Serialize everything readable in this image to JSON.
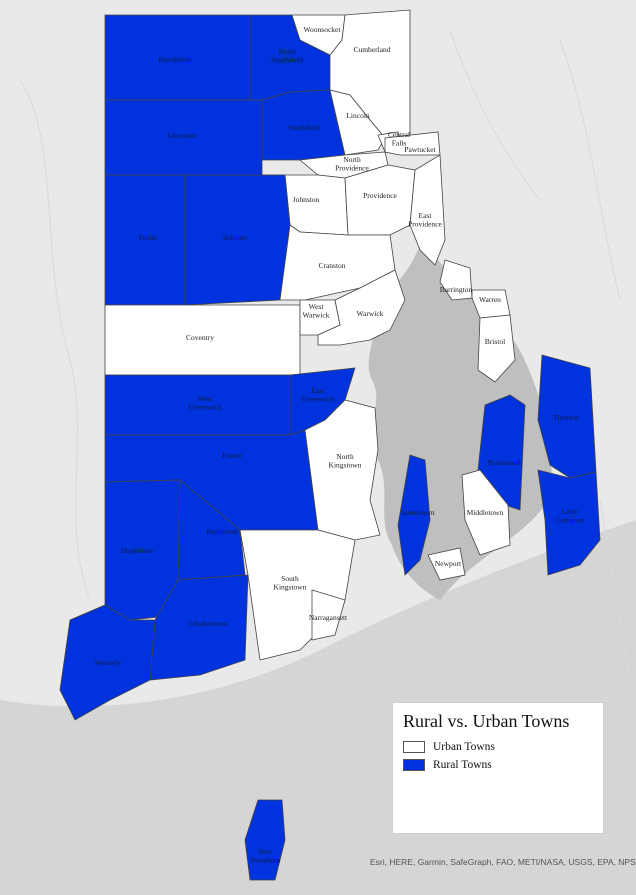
{
  "colors": {
    "rural": "#0033dd",
    "urban": "#ffffff",
    "water": "#bfbfbf",
    "basemap": "#e9e9e9",
    "border": "#444444"
  },
  "legend": {
    "title": "Rural vs. Urban Towns",
    "items": [
      {
        "label": "Urban Towns",
        "category": "urban"
      },
      {
        "label": "Rural Towns",
        "category": "rural"
      }
    ]
  },
  "attribution": "Esri, HERE, Garmin, SafeGraph, FAO, METI/NASA, USGS, EPA, NPS",
  "towns": [
    {
      "name": "Burrillville",
      "category": "rural"
    },
    {
      "name": "North Smithfield",
      "category": "rural"
    },
    {
      "name": "Woonsocket",
      "category": "urban"
    },
    {
      "name": "Cumberland",
      "category": "urban"
    },
    {
      "name": "Glocester",
      "category": "rural"
    },
    {
      "name": "Smithfield",
      "category": "rural"
    },
    {
      "name": "Lincoln",
      "category": "urban"
    },
    {
      "name": "Central Falls",
      "category": "urban"
    },
    {
      "name": "Pawtucket",
      "category": "urban"
    },
    {
      "name": "North Providence",
      "category": "urban"
    },
    {
      "name": "Johnston",
      "category": "urban"
    },
    {
      "name": "Providence",
      "category": "urban"
    },
    {
      "name": "East Providence",
      "category": "urban"
    },
    {
      "name": "Foster",
      "category": "rural"
    },
    {
      "name": "Scituate",
      "category": "rural"
    },
    {
      "name": "Cranston",
      "category": "urban"
    },
    {
      "name": "Barrington",
      "category": "urban"
    },
    {
      "name": "Warren",
      "category": "urban"
    },
    {
      "name": "Coventry",
      "category": "urban"
    },
    {
      "name": "West Warwick",
      "category": "urban"
    },
    {
      "name": "Warwick",
      "category": "urban"
    },
    {
      "name": "Bristol",
      "category": "urban"
    },
    {
      "name": "West Greenwich",
      "category": "rural"
    },
    {
      "name": "East Greenwich",
      "category": "rural"
    },
    {
      "name": "Tiverton",
      "category": "rural"
    },
    {
      "name": "Exeter",
      "category": "rural"
    },
    {
      "name": "North Kingstown",
      "category": "urban"
    },
    {
      "name": "Portsmouth",
      "category": "rural"
    },
    {
      "name": "Jamestown",
      "category": "rural"
    },
    {
      "name": "Middletown",
      "category": "urban"
    },
    {
      "name": "Little Compton",
      "category": "rural"
    },
    {
      "name": "Hopkinton",
      "category": "rural"
    },
    {
      "name": "Richmond",
      "category": "rural"
    },
    {
      "name": "South Kingstown",
      "category": "urban"
    },
    {
      "name": "Newport",
      "category": "urban"
    },
    {
      "name": "Narragansett",
      "category": "urban"
    },
    {
      "name": "Charlestown",
      "category": "rural"
    },
    {
      "name": "Westerly",
      "category": "rural"
    },
    {
      "name": "New Shoreham",
      "category": "rural"
    }
  ]
}
